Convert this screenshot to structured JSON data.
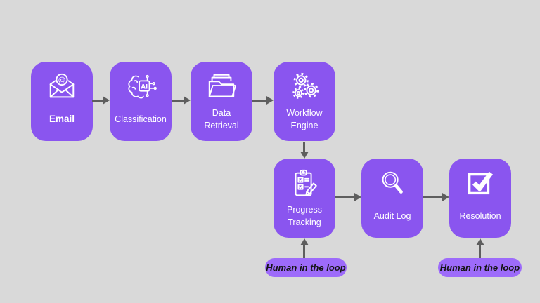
{
  "diagram": {
    "title": "",
    "nodes": [
      {
        "id": "email",
        "label": "Email",
        "icon": "email-icon"
      },
      {
        "id": "classification",
        "label": "Classification",
        "icon": "ai-brain-icon"
      },
      {
        "id": "data-retrieval",
        "label": "Data\nRetrieval",
        "icon": "folder-icon"
      },
      {
        "id": "workflow-engine",
        "label": "Workflow\nEngine",
        "icon": "gears-icon"
      },
      {
        "id": "progress-tracking",
        "label": "Progress\nTracking",
        "icon": "clipboard-checklist-icon"
      },
      {
        "id": "audit-log",
        "label": "Audit Log",
        "icon": "magnifier-icon"
      },
      {
        "id": "resolution",
        "label": "Resolution",
        "icon": "checkbox-icon"
      }
    ],
    "annotations": [
      {
        "id": "human-in-loop-1",
        "label": "Human in the loop",
        "points_to": "progress-tracking"
      },
      {
        "id": "human-in-loop-2",
        "label": "Human in the loop",
        "points_to": "resolution"
      }
    ],
    "edges": [
      {
        "from": "email",
        "to": "classification"
      },
      {
        "from": "classification",
        "to": "data-retrieval"
      },
      {
        "from": "data-retrieval",
        "to": "workflow-engine"
      },
      {
        "from": "workflow-engine",
        "to": "progress-tracking"
      },
      {
        "from": "progress-tracking",
        "to": "audit-log"
      },
      {
        "from": "audit-log",
        "to": "resolution"
      },
      {
        "from": "human-in-loop-1",
        "to": "progress-tracking"
      },
      {
        "from": "human-in-loop-2",
        "to": "resolution"
      }
    ],
    "colors": {
      "background": "#d9d9d9",
      "node": "#8a55ef",
      "pill": "#9d6bfa",
      "arrow": "#5e5e5e",
      "node_text": "#ffffff",
      "pill_text": "#141414"
    }
  }
}
